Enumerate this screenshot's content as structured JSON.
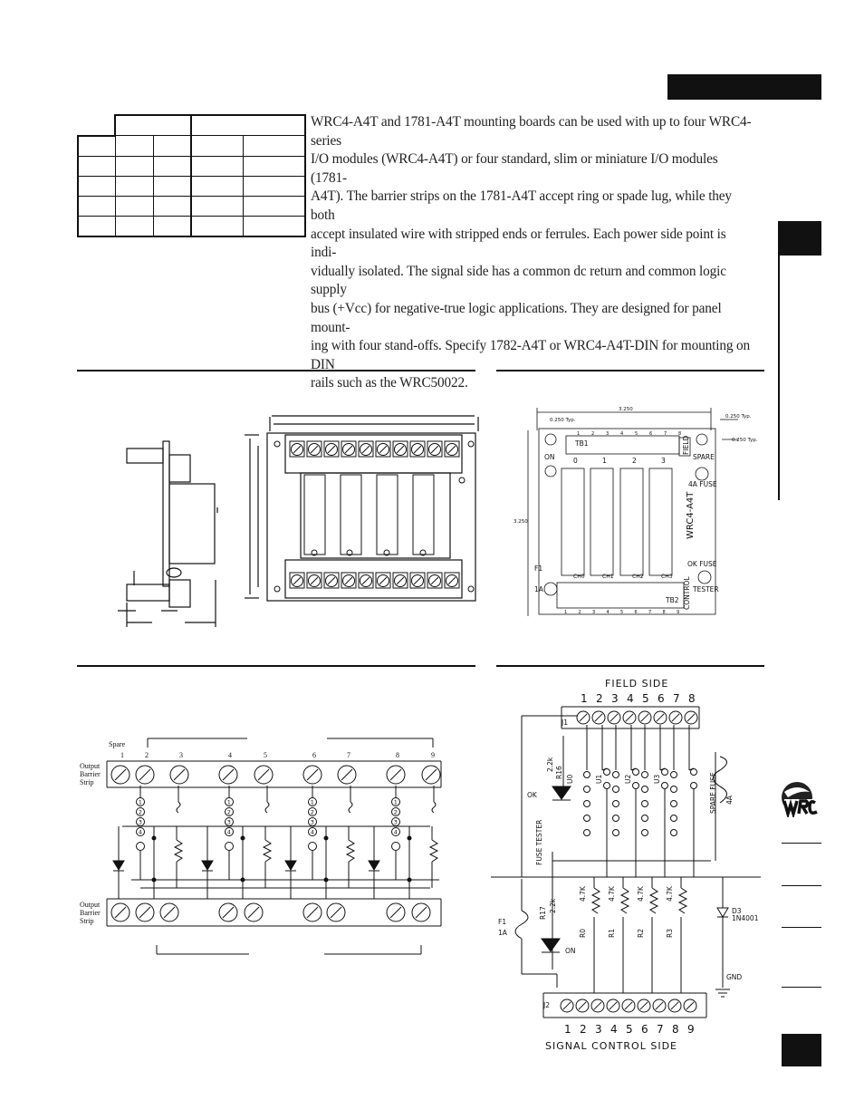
{
  "intro": {
    "lines": [
      "WRC4-A4T and 1781-A4T mounting boards can be used with up to four WRC4-series",
      "I/O modules (WRC4-A4T) or four standard, slim or miniature I/O modules (1781-",
      "A4T). The barrier strips on the 1781-A4T accept ring or spade lug, while they both",
      "accept insulated wire with stripped ends or ferrules. Each power side point is indi-",
      "vidually isolated. The signal side has a common dc return and common logic supply",
      "bus (+Vcc) for negative-true logic applications. They are designed for panel mount-",
      "ing with four stand-offs. Specify 1782-A4T or WRC4-A4T-DIN for mounting on DIN",
      "rails such as the WRC50022."
    ]
  },
  "dimension_drawing": {
    "label_0250_left": "0.250 Typ.",
    "label_3250_top": "3.250",
    "label_0250_right": "0.250 Typ.",
    "label_0250_right2": "0.250 Typ.",
    "label_3250_side": "3.250",
    "tb1": "TB1",
    "field": "FIELD",
    "on": "ON",
    "spare": "SPARE",
    "fuse_4a": "4A FUSE",
    "model": "WRC4-A4T",
    "ch_top": [
      "0",
      "1",
      "2",
      "3"
    ],
    "ch_bottom": [
      "CH0",
      "CH1",
      "CH2",
      "CH3"
    ],
    "f1": "F1",
    "a1": "1A",
    "ok_fuse": "OK FUSE",
    "tester": "TESTER",
    "control": "CONTROL",
    "tb2": "TB2",
    "top_nums": [
      "1",
      "2",
      "3",
      "4",
      "5",
      "6",
      "7",
      "8"
    ],
    "bottom_nums": [
      "1",
      "2",
      "3",
      "4",
      "5",
      "6",
      "7",
      "8",
      "9"
    ]
  },
  "wiring_diagram": {
    "spare": "Spare",
    "terminal_nums": [
      "1",
      "2",
      "3",
      "4",
      "5",
      "6",
      "7",
      "8",
      "9"
    ],
    "output_strip_label": [
      "Output",
      "Barrier",
      "Strip"
    ],
    "pin_nums": [
      "1",
      "2",
      "3",
      "4"
    ]
  },
  "schematic": {
    "field_side": "FIELD SIDE",
    "field_nums": [
      "1",
      "2",
      "3",
      "4",
      "5",
      "6",
      "7",
      "8"
    ],
    "j1": "J1",
    "r16": "R16",
    "r16_val": "2.2k",
    "ok": "OK",
    "u_labels": [
      "U0",
      "U1",
      "U2",
      "U3"
    ],
    "fuse_tester": "FUSE TESTER",
    "spare_fuse": "SPARE FUSE",
    "spare_fuse_val": "4A",
    "r17": "R17",
    "r17_val": "2.2k",
    "r_labels": [
      "R0",
      "R1",
      "R2",
      "R3"
    ],
    "r_val": "4.7K",
    "f1": "F1",
    "a1": "1A",
    "on": "ON",
    "d3": "D3",
    "d3_part": "1N4001",
    "gnd": "GND",
    "j2": "J2",
    "signal_nums": [
      "1",
      "2",
      "3",
      "4",
      "5",
      "6",
      "7",
      "8",
      "9"
    ],
    "signal_side": "SIGNAL  CONTROL SIDE"
  },
  "colors": {
    "ink": "#111111",
    "background": "#ffffff"
  }
}
